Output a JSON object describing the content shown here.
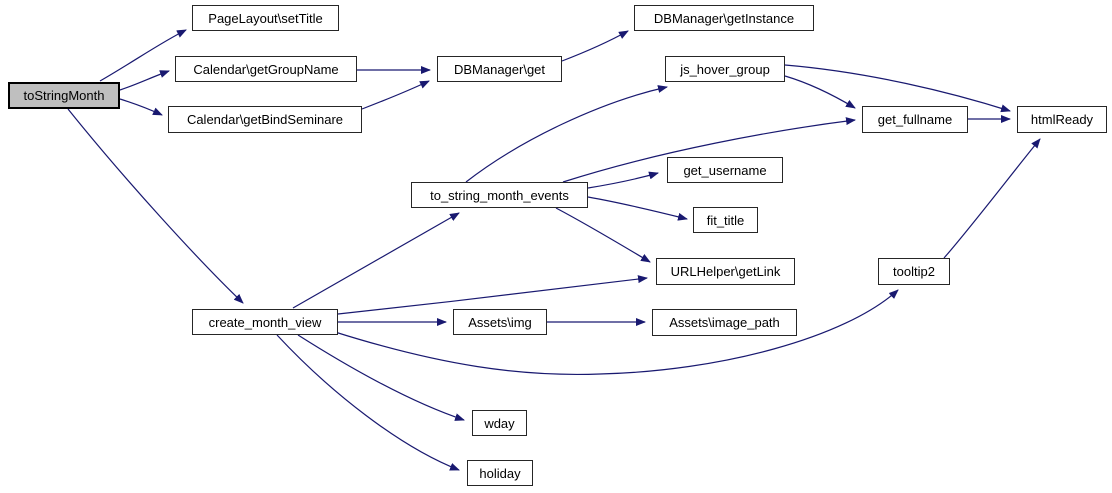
{
  "graph": {
    "kind": "call-graph",
    "colors": {
      "edge": "#191970",
      "node_fill": "#ffffff",
      "node_border": "#262626",
      "highlight_fill": "#bfbfbf",
      "highlight_border": "#000000"
    },
    "nodes": [
      {
        "label": "toStringMonth",
        "highlighted": true
      },
      {
        "label": "PageLayout\\setTitle"
      },
      {
        "label": "Calendar\\getGroupName"
      },
      {
        "label": "Calendar\\getBindSeminare"
      },
      {
        "label": "DBManager\\get"
      },
      {
        "label": "DBManager\\getInstance"
      },
      {
        "label": "js_hover_group"
      },
      {
        "label": "get_fullname"
      },
      {
        "label": "htmlReady"
      },
      {
        "label": "to_string_month_events"
      },
      {
        "label": "get_username"
      },
      {
        "label": "fit_title"
      },
      {
        "label": "URLHelper\\getLink"
      },
      {
        "label": "tooltip2"
      },
      {
        "label": "create_month_view"
      },
      {
        "label": "Assets\\img"
      },
      {
        "label": "Assets\\image_path"
      },
      {
        "label": "wday"
      },
      {
        "label": "holiday"
      }
    ],
    "edges": [
      {
        "from": "toStringMonth",
        "to": "PageLayout\\setTitle"
      },
      {
        "from": "toStringMonth",
        "to": "Calendar\\getGroupName"
      },
      {
        "from": "toStringMonth",
        "to": "Calendar\\getBindSeminare"
      },
      {
        "from": "toStringMonth",
        "to": "create_month_view"
      },
      {
        "from": "Calendar\\getGroupName",
        "to": "DBManager\\get"
      },
      {
        "from": "Calendar\\getBindSeminare",
        "to": "DBManager\\get"
      },
      {
        "from": "DBManager\\get",
        "to": "DBManager\\getInstance"
      },
      {
        "from": "to_string_month_events",
        "to": "js_hover_group"
      },
      {
        "from": "to_string_month_events",
        "to": "get_fullname"
      },
      {
        "from": "js_hover_group",
        "to": "get_fullname"
      },
      {
        "from": "js_hover_group",
        "to": "htmlReady"
      },
      {
        "from": "get_fullname",
        "to": "htmlReady"
      },
      {
        "from": "to_string_month_events",
        "to": "get_username"
      },
      {
        "from": "to_string_month_events",
        "to": "fit_title"
      },
      {
        "from": "to_string_month_events",
        "to": "URLHelper\\getLink"
      },
      {
        "from": "create_month_view",
        "to": "to_string_month_events"
      },
      {
        "from": "create_month_view",
        "to": "URLHelper\\getLink"
      },
      {
        "from": "create_month_view",
        "to": "Assets\\img"
      },
      {
        "from": "Assets\\img",
        "to": "Assets\\image_path"
      },
      {
        "from": "create_month_view",
        "to": "tooltip2"
      },
      {
        "from": "tooltip2",
        "to": "htmlReady"
      },
      {
        "from": "create_month_view",
        "to": "wday"
      },
      {
        "from": "create_month_view",
        "to": "holiday"
      }
    ]
  }
}
